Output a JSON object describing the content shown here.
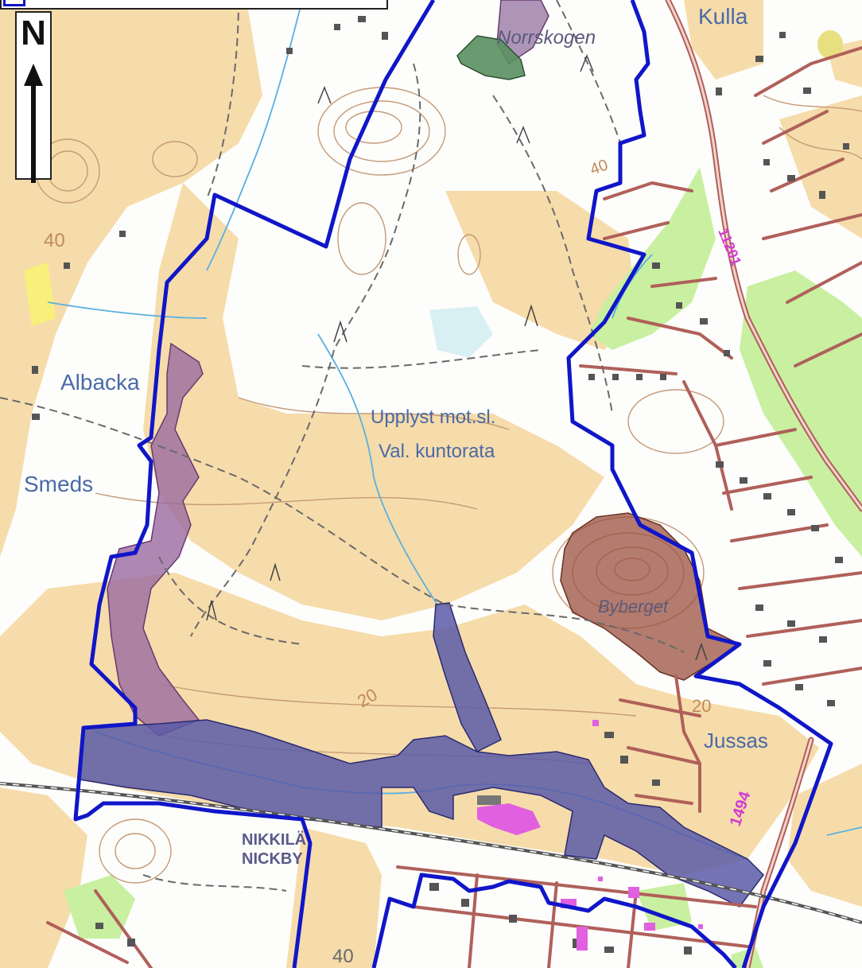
{
  "map": {
    "place_labels": [
      {
        "id": "kulla",
        "text": "Kulla"
      },
      {
        "id": "norrskogen",
        "text": "Norrskogen"
      },
      {
        "id": "albacka",
        "text": "Albacka"
      },
      {
        "id": "smeds",
        "text": "Smeds"
      },
      {
        "id": "upplyst",
        "text": "Upplyst mot.sl."
      },
      {
        "id": "valkuntorata",
        "text": "Val. kuntorata"
      },
      {
        "id": "byberget",
        "text": "Byberget"
      },
      {
        "id": "jussas",
        "text": "Jussas"
      },
      {
        "id": "nikkila",
        "text": "NIKKILÄ"
      },
      {
        "id": "nickby",
        "text": "NICKBY"
      }
    ],
    "contour_labels": [
      {
        "id": "c40-north",
        "text": "40"
      },
      {
        "id": "c40-west",
        "text": "40"
      },
      {
        "id": "c20-mid",
        "text": "20"
      },
      {
        "id": "c20-east",
        "text": "20"
      },
      {
        "id": "c40-south",
        "text": "40"
      }
    ],
    "road_labels": [
      {
        "id": "road-11201",
        "text": "11201"
      },
      {
        "id": "road-1494",
        "text": "1494"
      }
    ],
    "north_arrow_label": "N",
    "colors": {
      "field": "#f6dcaa",
      "forest": "#ffffff",
      "park": "#c8f0a0",
      "road": "#b0605a",
      "boundary": "#1016c8",
      "purple_area": "#a07aa8",
      "blue_area": "#5a5aa8",
      "brown_area": "#9a5040",
      "green_area": "#5a9060",
      "water": "#5ab0e0",
      "contour": "#c59a78",
      "building": "#555555",
      "magenta_building": "#e060e0"
    }
  }
}
